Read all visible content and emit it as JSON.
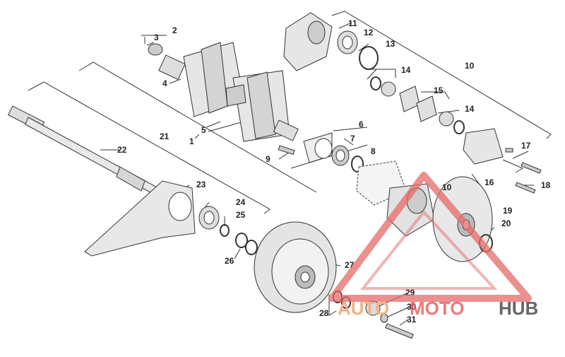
{
  "diagram": {
    "callouts": [
      "1",
      "2",
      "3",
      "4",
      "5",
      "6",
      "7",
      "8",
      "9",
      "10",
      "10",
      "11",
      "12",
      "13",
      "14",
      "14",
      "15",
      "16",
      "17",
      "18",
      "19",
      "20",
      "21",
      "22",
      "23",
      "24",
      "25",
      "26",
      "27",
      "28",
      "29",
      "30",
      "31"
    ]
  },
  "watermark": {
    "part1": "AUTO",
    "part2": "MOTO",
    "part3": "HUB",
    "colors": {
      "auto": "#f4b183",
      "moto": "#e35a5a",
      "hub": "#333333",
      "triangle": "#e46a6a"
    }
  }
}
